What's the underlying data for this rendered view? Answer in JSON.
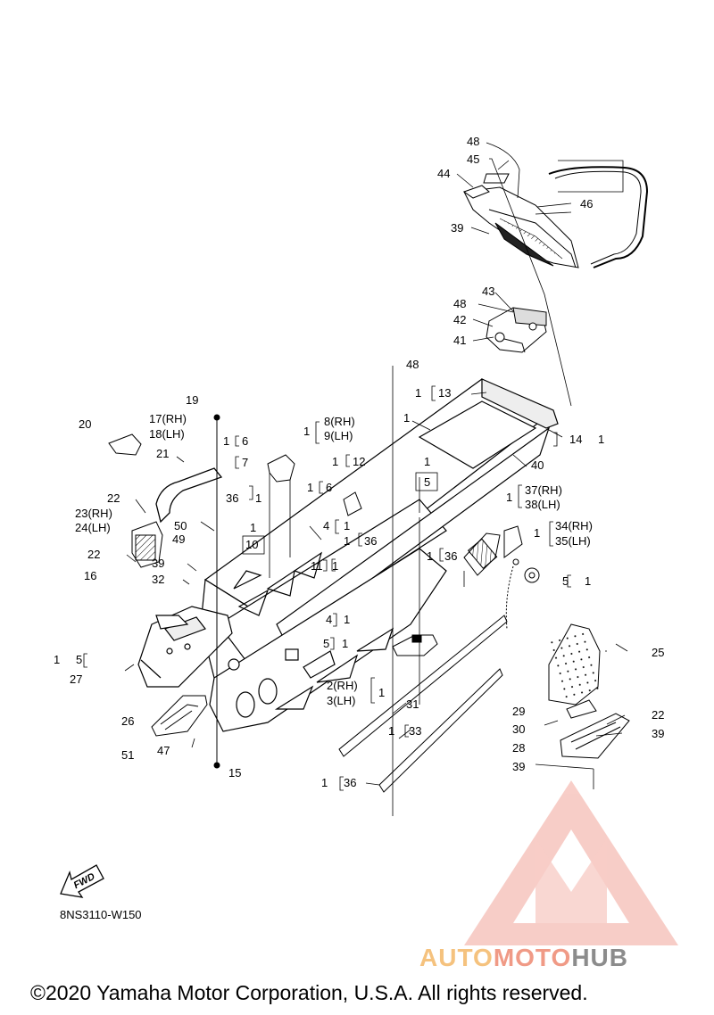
{
  "diagram": {
    "drawing_code": "8NS3110-W150",
    "fwd_label": "FWD",
    "copyright": "©2020 Yamaha Motor Corporation, U.S.A. All rights reserved.",
    "watermark": {
      "part1": "AUTO",
      "part2": "MOTO",
      "part3": "HUB"
    }
  },
  "callouts": [
    {
      "id": "c48a",
      "text": "48"
    },
    {
      "id": "c45",
      "text": "45"
    },
    {
      "id": "c44",
      "text": "44"
    },
    {
      "id": "c46",
      "text": "46"
    },
    {
      "id": "c39a",
      "text": "39"
    },
    {
      "id": "c43",
      "text": "43"
    },
    {
      "id": "c48b",
      "text": "48"
    },
    {
      "id": "c42",
      "text": "42"
    },
    {
      "id": "c41",
      "text": "41"
    },
    {
      "id": "c48c",
      "text": "48"
    },
    {
      "id": "c1_13",
      "text": "1"
    },
    {
      "id": "c13",
      "text": "13"
    },
    {
      "id": "c19",
      "text": "19"
    },
    {
      "id": "c1_main",
      "text": "1"
    },
    {
      "id": "c14",
      "text": "14"
    },
    {
      "id": "c14_1",
      "text": "1"
    },
    {
      "id": "c20",
      "text": "20"
    },
    {
      "id": "c17",
      "text": "17(RH)"
    },
    {
      "id": "c18",
      "text": "18(LH)"
    },
    {
      "id": "c1_89",
      "text": "1"
    },
    {
      "id": "c8",
      "text": "8(RH)"
    },
    {
      "id": "c9",
      "text": "9(LH)"
    },
    {
      "id": "c1_67",
      "text": "1"
    },
    {
      "id": "c6a",
      "text": "6"
    },
    {
      "id": "c7",
      "text": "7"
    },
    {
      "id": "c1_12",
      "text": "1"
    },
    {
      "id": "c12",
      "text": "12"
    },
    {
      "id": "c40",
      "text": "40"
    },
    {
      "id": "c21",
      "text": "21"
    },
    {
      "id": "c1_5a",
      "text": "1"
    },
    {
      "id": "c5a",
      "text": "5"
    },
    {
      "id": "c1_6b",
      "text": "1"
    },
    {
      "id": "c6b",
      "text": "6"
    },
    {
      "id": "c1_3738",
      "text": "1"
    },
    {
      "id": "c37",
      "text": "37(RH)"
    },
    {
      "id": "c38",
      "text": "38(LH)"
    },
    {
      "id": "c22a",
      "text": "22"
    },
    {
      "id": "c36a",
      "text": "36"
    },
    {
      "id": "c36a_1",
      "text": "1"
    },
    {
      "id": "c23",
      "text": "23(RH)"
    },
    {
      "id": "c24",
      "text": "24(LH)"
    },
    {
      "id": "c50",
      "text": "50"
    },
    {
      "id": "c4a",
      "text": "4"
    },
    {
      "id": "c4a_1",
      "text": "1"
    },
    {
      "id": "c1_3435",
      "text": "1"
    },
    {
      "id": "c34",
      "text": "34(RH)"
    },
    {
      "id": "c35",
      "text": "35(LH)"
    },
    {
      "id": "c49",
      "text": "49"
    },
    {
      "id": "c1_10",
      "text": "1"
    },
    {
      "id": "c10",
      "text": "10"
    },
    {
      "id": "c1_36b",
      "text": "1"
    },
    {
      "id": "c36b",
      "text": "36"
    },
    {
      "id": "c22b",
      "text": "22"
    },
    {
      "id": "c39b",
      "text": "39"
    },
    {
      "id": "c1_36c",
      "text": "1"
    },
    {
      "id": "c36c",
      "text": "36"
    },
    {
      "id": "c16",
      "text": "16"
    },
    {
      "id": "c32",
      "text": "32"
    },
    {
      "id": "c11",
      "text": "11"
    },
    {
      "id": "c11_1",
      "text": "1"
    },
    {
      "id": "c5b",
      "text": "5"
    },
    {
      "id": "c5b_1",
      "text": "1"
    },
    {
      "id": "c4b",
      "text": "4"
    },
    {
      "id": "c4b_1",
      "text": "1"
    },
    {
      "id": "c5c",
      "text": "5"
    },
    {
      "id": "c5c_1",
      "text": "1"
    },
    {
      "id": "c25",
      "text": "25"
    },
    {
      "id": "c1_5d",
      "text": "1"
    },
    {
      "id": "c5d",
      "text": "5"
    },
    {
      "id": "c27",
      "text": "27"
    },
    {
      "id": "c2",
      "text": "2(RH)"
    },
    {
      "id": "c3",
      "text": "3(LH)"
    },
    {
      "id": "c23_1",
      "text": "1"
    },
    {
      "id": "c31",
      "text": "31"
    },
    {
      "id": "c29",
      "text": "29"
    },
    {
      "id": "c22c",
      "text": "22"
    },
    {
      "id": "c26",
      "text": "26"
    },
    {
      "id": "c30",
      "text": "30"
    },
    {
      "id": "c39c",
      "text": "39"
    },
    {
      "id": "c1_33",
      "text": "1"
    },
    {
      "id": "c33",
      "text": "33"
    },
    {
      "id": "c28",
      "text": "28"
    },
    {
      "id": "c51",
      "text": "51"
    },
    {
      "id": "c47",
      "text": "47"
    },
    {
      "id": "c15",
      "text": "15"
    },
    {
      "id": "c39d",
      "text": "39"
    },
    {
      "id": "c1_36d",
      "text": "1"
    },
    {
      "id": "c36d",
      "text": "36"
    }
  ]
}
